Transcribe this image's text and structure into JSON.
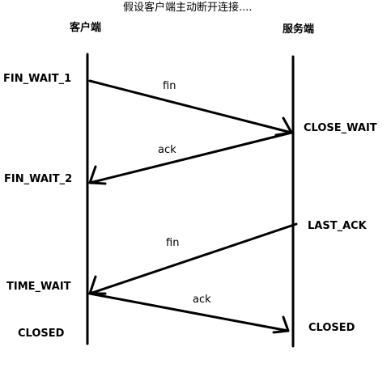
{
  "title": "假设客户端主动断开连接....",
  "client": {
    "label": "客户端",
    "states": {
      "fin_wait_1": "FIN_WAIT_1",
      "fin_wait_2": "FIN_WAIT_2",
      "time_wait": "TIME_WAIT",
      "closed": "CLOSED"
    }
  },
  "server": {
    "label": "服务端",
    "states": {
      "close_wait": "CLOSE_WAIT",
      "last_ack": "LAST_ACK",
      "closed": "CLOSED"
    }
  },
  "messages": {
    "fin_1": "fin",
    "ack_1": "ack",
    "fin_2": "fin",
    "ack_2": "ack"
  },
  "colors": {
    "line": "#000000",
    "text": "#000000",
    "background": "#ffffff"
  }
}
